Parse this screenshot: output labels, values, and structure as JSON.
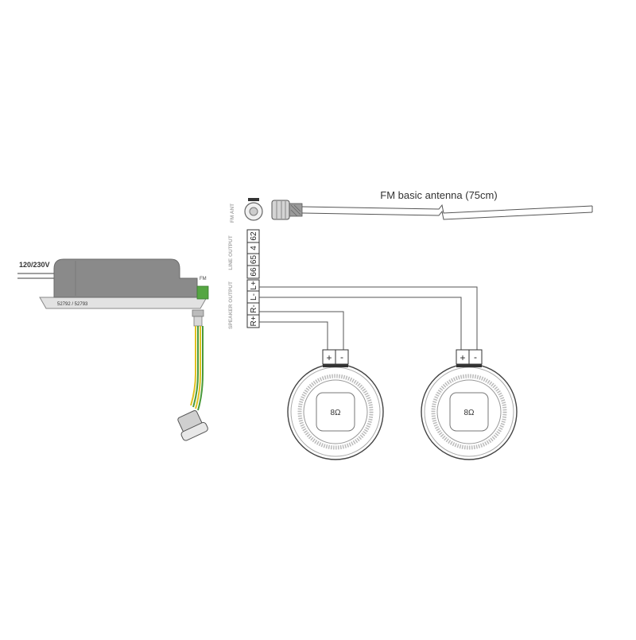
{
  "module": {
    "voltage_label": "120/230V",
    "model_label": "52792 / 52793",
    "fm_connector_label": "FM"
  },
  "antenna": {
    "label": "FM basic antenna (75cm)",
    "port_label": "FM ANT"
  },
  "terminal_block": {
    "line_output_label": "LINE OUTPUT",
    "speaker_output_label": "SPEAKER OUTPUT",
    "line_terminals": [
      "62",
      "4",
      "65",
      "66"
    ],
    "speaker_terminals": [
      "L+",
      "L-",
      "R-",
      "R+"
    ]
  },
  "speakers": [
    {
      "impedance": "8Ω",
      "plus": "+",
      "minus": "-"
    },
    {
      "impedance": "8Ω",
      "plus": "+",
      "minus": "-"
    }
  ]
}
